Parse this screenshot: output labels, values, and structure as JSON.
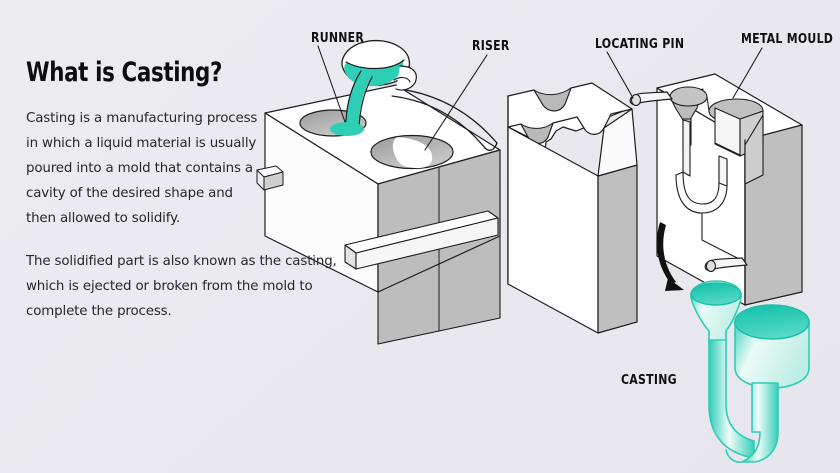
{
  "meta": {
    "kind": "infographic",
    "background_color": "#e9e9ef",
    "accent_color": "#2ecfb5",
    "accent_dark": "#16b7a0",
    "line_color": "#1d1d1f",
    "shade_color": "#b4b4b4"
  },
  "text_panel": {
    "title": "What is Casting?",
    "paragraphs": [
      "Casting is a manufacturing process in which a liquid material is usually poured into a mold that contains a cavity of the desired shape and then allowed to solidify.",
      "The solidified part is also known as the casting, which is ejected or broken from the mold to complete the process."
    ]
  },
  "callouts": [
    {
      "id": "runner",
      "label": "RUNNER",
      "target": "pouring-hole-on-top-of-left-mold-half"
    },
    {
      "id": "riser",
      "label": "RISER",
      "target": "large-cavity-hole-on-top-of-left-mold-half"
    },
    {
      "id": "locating_pin",
      "label": "LOCATING PIN",
      "target": "cylindrical-alignment-pin-on-right-mold-half"
    },
    {
      "id": "metal_mould",
      "label": "METAL MOULD",
      "target": "right-mold-half-cross-section"
    },
    {
      "id": "casting",
      "label": "CASTING",
      "target": "solidified-teal-casting-part"
    }
  ],
  "diagram": {
    "title": "Exploded view of a sand/metal mould casting setup",
    "parts": [
      {
        "name": "ladle",
        "description": "tilted pouring ladle releasing molten metal"
      },
      {
        "name": "molten-stream",
        "description": "teal stream of liquid metal entering the runner hole"
      },
      {
        "name": "left-mold-half",
        "description": "front mould block with runner hole and riser cavity"
      },
      {
        "name": "middle-mold-plate",
        "description": "centre plate with two semicircular notches"
      },
      {
        "name": "right-mold-half",
        "description": "cut-away mould showing sprue, runner channel and casting cavity"
      },
      {
        "name": "locating-pins",
        "description": "two cylindrical alignment pins"
      },
      {
        "name": "parting-rail",
        "description": "horizontal rail across the left mould block"
      },
      {
        "name": "ejection-arrow",
        "description": "curved arrow pointing from the mould to the finished casting"
      },
      {
        "name": "casting-part",
        "description": "finished teal casting: funnel sprue, cylindrical body and runner"
      }
    ]
  }
}
